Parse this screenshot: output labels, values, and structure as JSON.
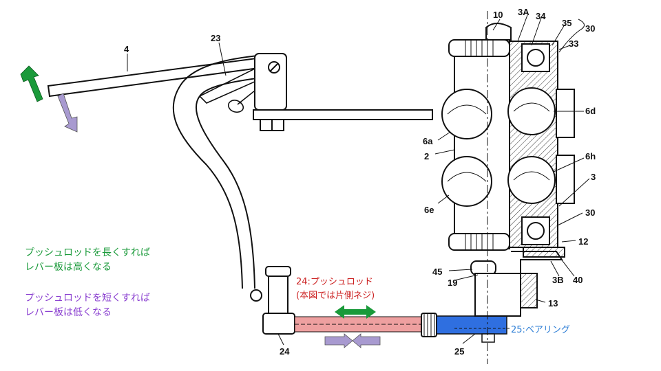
{
  "labels": {
    "n4": "4",
    "n23": "23",
    "n10": "10",
    "n3A": "3A",
    "n34": "34",
    "n35": "35",
    "n30a": "30",
    "n33": "33",
    "n6d": "6d",
    "n6a": "6a",
    "n2": "2",
    "n6h": "6h",
    "n3": "3",
    "n6e": "6e",
    "n30b": "30",
    "n12": "12",
    "n45": "45",
    "n19": "19",
    "n3B": "3B",
    "n40": "40",
    "n13": "13",
    "n24": "24",
    "n25": "25"
  },
  "callouts": {
    "pushrod_title": "24:プッシュロッド",
    "pushrod_note": "(本図では片側ネジ)",
    "bearing": "25:ベアリング"
  },
  "notes": {
    "longer_line1": "プッシュロッドを長くすれば",
    "longer_line2": "レバー板は高くなる",
    "shorter_line1": "プッシュロッドを短くすれば",
    "shorter_line2": "レバー板は低くなる"
  },
  "colors": {
    "green": "#1a9a3a",
    "purple": "#8a3fd0",
    "red": "#cc2222",
    "blue": "#2f7fd6",
    "pushrod_fill": "#eea0a0",
    "bearing_fill": "#2f6fe0",
    "arrow_purple": "#a89ad0"
  }
}
